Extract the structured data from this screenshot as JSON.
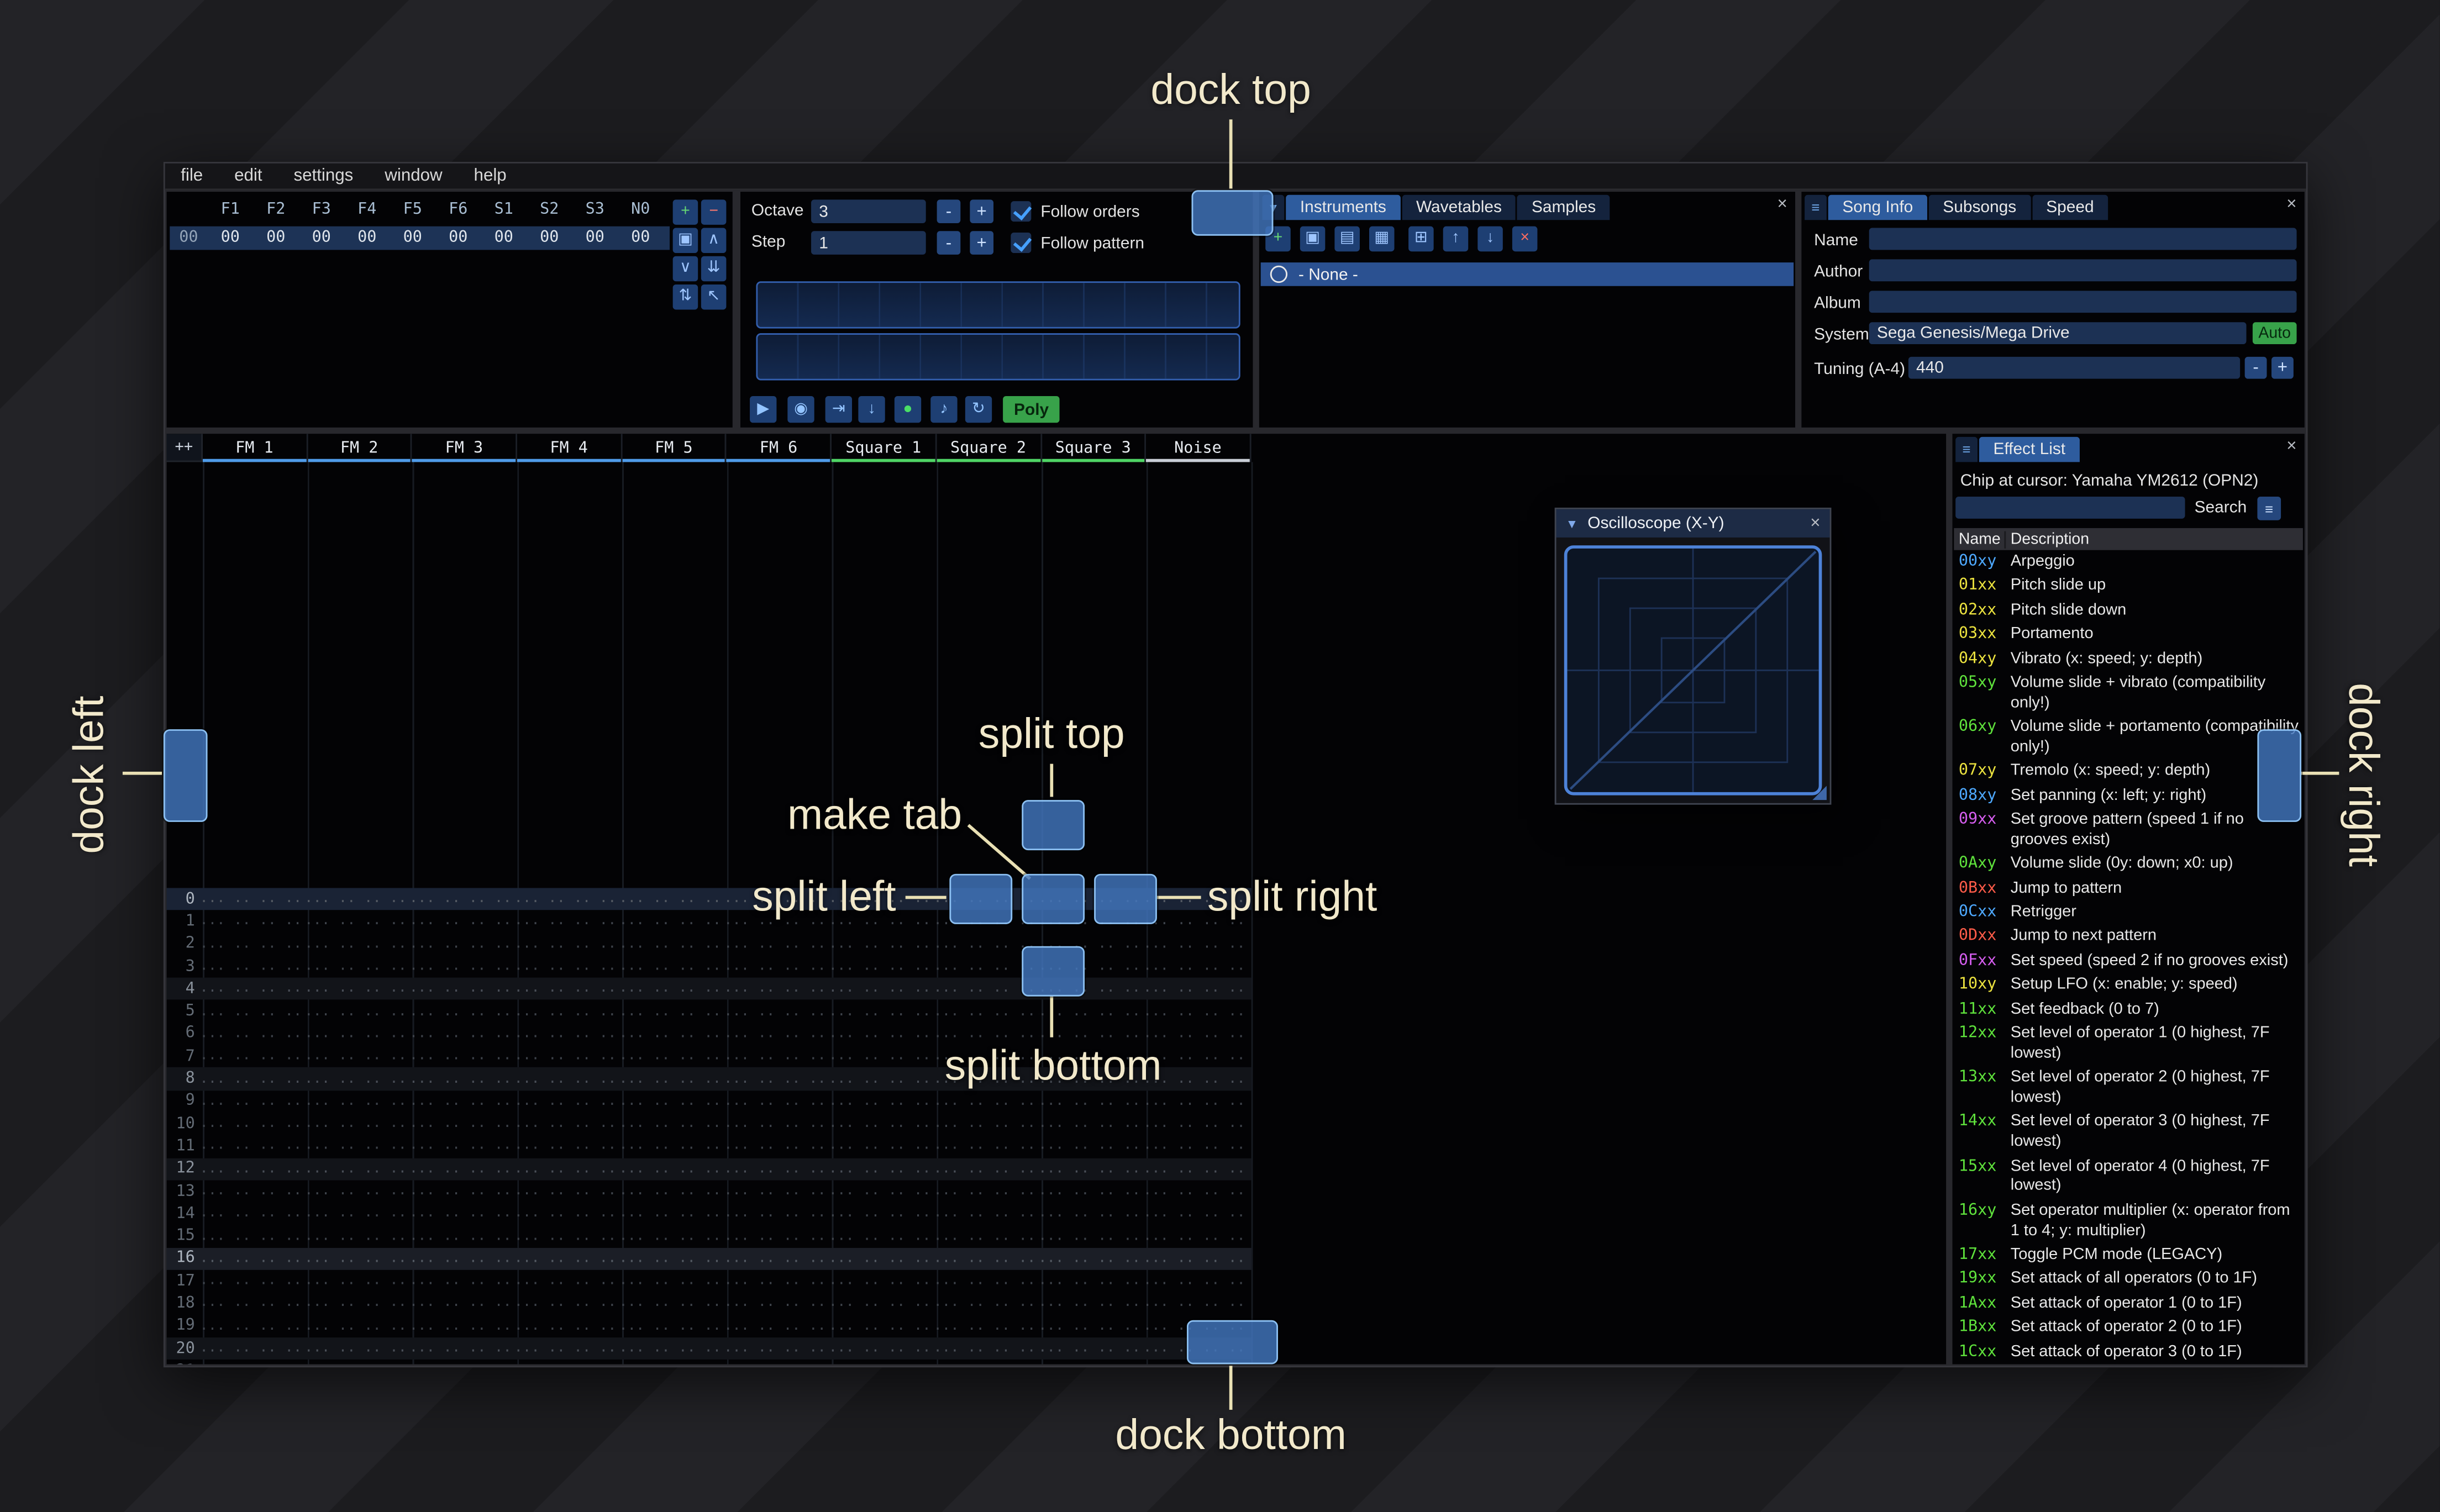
{
  "icons": {
    "close": "×",
    "hamburger": "≡",
    "tab_list": "▾",
    "collapse": "▼",
    "minus": "-",
    "plus": "+"
  },
  "menu": {
    "items": [
      "file",
      "edit",
      "settings",
      "window",
      "help"
    ]
  },
  "order": {
    "row_label": "00",
    "channels": [
      "F1",
      "F2",
      "F3",
      "F4",
      "F5",
      "F6",
      "S1",
      "S2",
      "S3",
      "N0"
    ],
    "values": [
      "00",
      "00",
      "00",
      "00",
      "00",
      "00",
      "00",
      "00",
      "00",
      "00"
    ],
    "buttons": [
      {
        "name": "order-add-button",
        "glyph": "+",
        "color": "#67d974"
      },
      {
        "name": "order-remove-button",
        "glyph": "−",
        "color": "#ff7a6e"
      },
      {
        "name": "order-duplicate-button",
        "glyph": "▣",
        "color": "#9fc6ff"
      },
      {
        "name": "order-move-up-button",
        "glyph": "∧",
        "color": "#9fc6ff"
      },
      {
        "name": "order-move-down-button",
        "glyph": "∨",
        "color": "#9fc6ff"
      },
      {
        "name": "order-duplicate-to-end-button",
        "glyph": "⇊",
        "color": "#9fc6ff"
      },
      {
        "name": "order-change-all-button",
        "glyph": "⇅",
        "color": "#9fc6ff"
      },
      {
        "name": "order-edit-mode-button",
        "glyph": "↖",
        "color": "#9fc6ff"
      }
    ]
  },
  "controls": {
    "octave_label": "Octave",
    "octave_value": "3",
    "step_label": "Step",
    "step_value": "1",
    "follow_orders_label": "Follow orders",
    "follow_pattern_label": "Follow pattern",
    "poly_label": "Poly",
    "transport": [
      {
        "name": "play-button",
        "glyph": "▶",
        "color": "#93c4ff"
      },
      {
        "name": "play-from-start-button",
        "glyph": "◉",
        "color": "#93c4ff"
      },
      {
        "name": "play-one-row-button",
        "glyph": "⇥",
        "color": "#93c4ff"
      },
      {
        "name": "step-one-row-button",
        "glyph": "↓",
        "color": "#93c4ff"
      },
      {
        "name": "record-button",
        "glyph": "●",
        "color": "#4ade66"
      },
      {
        "name": "metronome-button",
        "glyph": "♪",
        "color": "#93c4ff"
      },
      {
        "name": "repeat-pattern-button",
        "glyph": "↻",
        "color": "#93c4ff"
      }
    ]
  },
  "instruments": {
    "tabs": [
      {
        "label": "Instruments",
        "selected": true
      },
      {
        "label": "Wavetables",
        "selected": false
      },
      {
        "label": "Samples",
        "selected": false
      }
    ],
    "toolbar": [
      {
        "name": "add-instrument-button",
        "glyph": "+",
        "color": "#67d974"
      },
      {
        "name": "duplicate-instrument-button",
        "glyph": "▣",
        "color": "#9fc6ff"
      },
      {
        "name": "open-instrument-button",
        "glyph": "▤",
        "color": "#9fc6ff"
      },
      {
        "name": "save-instrument-button",
        "glyph": "▦",
        "color": "#9fc6ff"
      },
      {
        "name": "instrument-folders-button",
        "glyph": "⊞",
        "color": "#9fc6ff"
      },
      {
        "name": "move-instrument-up-button",
        "glyph": "↑",
        "color": "#9fc6ff"
      },
      {
        "name": "move-instrument-down-button",
        "glyph": "↓",
        "color": "#9fc6ff"
      },
      {
        "name": "delete-instrument-button",
        "glyph": "×",
        "color": "#ff6e61"
      }
    ],
    "list": [
      {
        "label": "- None -",
        "selected": true
      }
    ]
  },
  "song_info": {
    "tabs": [
      {
        "label": "Song Info",
        "selected": true
      },
      {
        "label": "Subsongs",
        "selected": false
      },
      {
        "label": "Speed",
        "selected": false
      }
    ],
    "name_label": "Name",
    "name_value": "",
    "author_label": "Author",
    "author_value": "",
    "album_label": "Album",
    "album_value": "",
    "system_label": "System",
    "system_value": "Sega Genesis/Mega Drive",
    "auto_label": "Auto",
    "tuning_label": "Tuning (A-4)",
    "tuning_value": "440"
  },
  "pattern": {
    "corner_label": "++",
    "channels": [
      {
        "name": "FM 1",
        "color": "#4f9be8"
      },
      {
        "name": "FM 2",
        "color": "#4f9be8"
      },
      {
        "name": "FM 3",
        "color": "#4f9be8"
      },
      {
        "name": "FM 4",
        "color": "#4f9be8"
      },
      {
        "name": "FM 5",
        "color": "#4f9be8"
      },
      {
        "name": "FM 6",
        "color": "#4f9be8"
      },
      {
        "name": "Square 1",
        "color": "#4fd465"
      },
      {
        "name": "Square 2",
        "color": "#4fd465"
      },
      {
        "name": "Square 3",
        "color": "#4fd465"
      },
      {
        "name": "Noise",
        "color": "#c9ced6"
      }
    ],
    "visible_rows": 22,
    "empty_cell": "... .. .. ...."
  },
  "oscilloscope": {
    "title": "Oscilloscope (X-Y)"
  },
  "effect_list": {
    "title": "Effect List",
    "chip_label": "Chip at cursor: Yamaha YM2612 (OPN2)",
    "search_label": "Search",
    "columns": [
      "Name",
      "Description"
    ],
    "effects": [
      {
        "code": "00xy",
        "color": "#4ea9ff",
        "desc": "Arpeggio"
      },
      {
        "code": "01xx",
        "color": "#ece33f",
        "desc": "Pitch slide up"
      },
      {
        "code": "02xx",
        "color": "#ece33f",
        "desc": "Pitch slide down"
      },
      {
        "code": "03xx",
        "color": "#ece33f",
        "desc": "Portamento"
      },
      {
        "code": "04xy",
        "color": "#ece33f",
        "desc": "Vibrato (x: speed; y: depth)"
      },
      {
        "code": "05xy",
        "color": "#5fe23c",
        "desc": "Volume slide + vibrato (compatibility only!)"
      },
      {
        "code": "06xy",
        "color": "#5fe23c",
        "desc": "Volume slide + portamento (compatibility only!)"
      },
      {
        "code": "07xy",
        "color": "#ece33f",
        "desc": "Tremolo (x: speed; y: depth)"
      },
      {
        "code": "08xy",
        "color": "#4ea9ff",
        "desc": "Set panning (x: left; y: right)"
      },
      {
        "code": "09xx",
        "color": "#d65ef0",
        "desc": "Set groove pattern (speed 1 if no grooves exist)"
      },
      {
        "code": "0Axy",
        "color": "#5fe23c",
        "desc": "Volume slide (0y: down; x0: up)"
      },
      {
        "code": "0Bxx",
        "color": "#ff5c49",
        "desc": "Jump to pattern"
      },
      {
        "code": "0Cxx",
        "color": "#4ea9ff",
        "desc": "Retrigger"
      },
      {
        "code": "0Dxx",
        "color": "#ff5c49",
        "desc": "Jump to next pattern"
      },
      {
        "code": "0Fxx",
        "color": "#d65ef0",
        "desc": "Set speed (speed 2 if no grooves exist)"
      },
      {
        "code": "10xy",
        "color": "#ece33f",
        "desc": "Setup LFO (x: enable; y: speed)"
      },
      {
        "code": "11xx",
        "color": "#5fe23c",
        "desc": "Set feedback (0 to 7)"
      },
      {
        "code": "12xx",
        "color": "#5fe23c",
        "desc": "Set level of operator 1 (0 highest, 7F lowest)"
      },
      {
        "code": "13xx",
        "color": "#5fe23c",
        "desc": "Set level of operator 2 (0 highest, 7F lowest)"
      },
      {
        "code": "14xx",
        "color": "#5fe23c",
        "desc": "Set level of operator 3 (0 highest, 7F lowest)"
      },
      {
        "code": "15xx",
        "color": "#5fe23c",
        "desc": "Set level of operator 4 (0 highest, 7F lowest)"
      },
      {
        "code": "16xy",
        "color": "#5fe23c",
        "desc": "Set operator multiplier (x: operator from 1 to 4; y: multiplier)"
      },
      {
        "code": "17xx",
        "color": "#5fe23c",
        "desc": "Toggle PCM mode (LEGACY)"
      },
      {
        "code": "19xx",
        "color": "#5fe23c",
        "desc": "Set attack of all operators (0 to 1F)"
      },
      {
        "code": "1Axx",
        "color": "#5fe23c",
        "desc": "Set attack of operator 1 (0 to 1F)"
      },
      {
        "code": "1Bxx",
        "color": "#5fe23c",
        "desc": "Set attack of operator 2 (0 to 1F)"
      },
      {
        "code": "1Cxx",
        "color": "#5fe23c",
        "desc": "Set attack of operator 3 (0 to 1F)"
      }
    ]
  },
  "dock_overlay": {
    "accent_fill": "#4276be",
    "accent_border": "#8cc0f2",
    "label_color": "#f2e9cb",
    "labels": {
      "dock_top": "dock top",
      "dock_bottom": "dock bottom",
      "dock_left": "dock left",
      "dock_right": "dock right",
      "split_top": "split top",
      "split_bottom": "split bottom",
      "split_left": "split left",
      "split_right": "split right",
      "make_tab": "make tab"
    }
  }
}
